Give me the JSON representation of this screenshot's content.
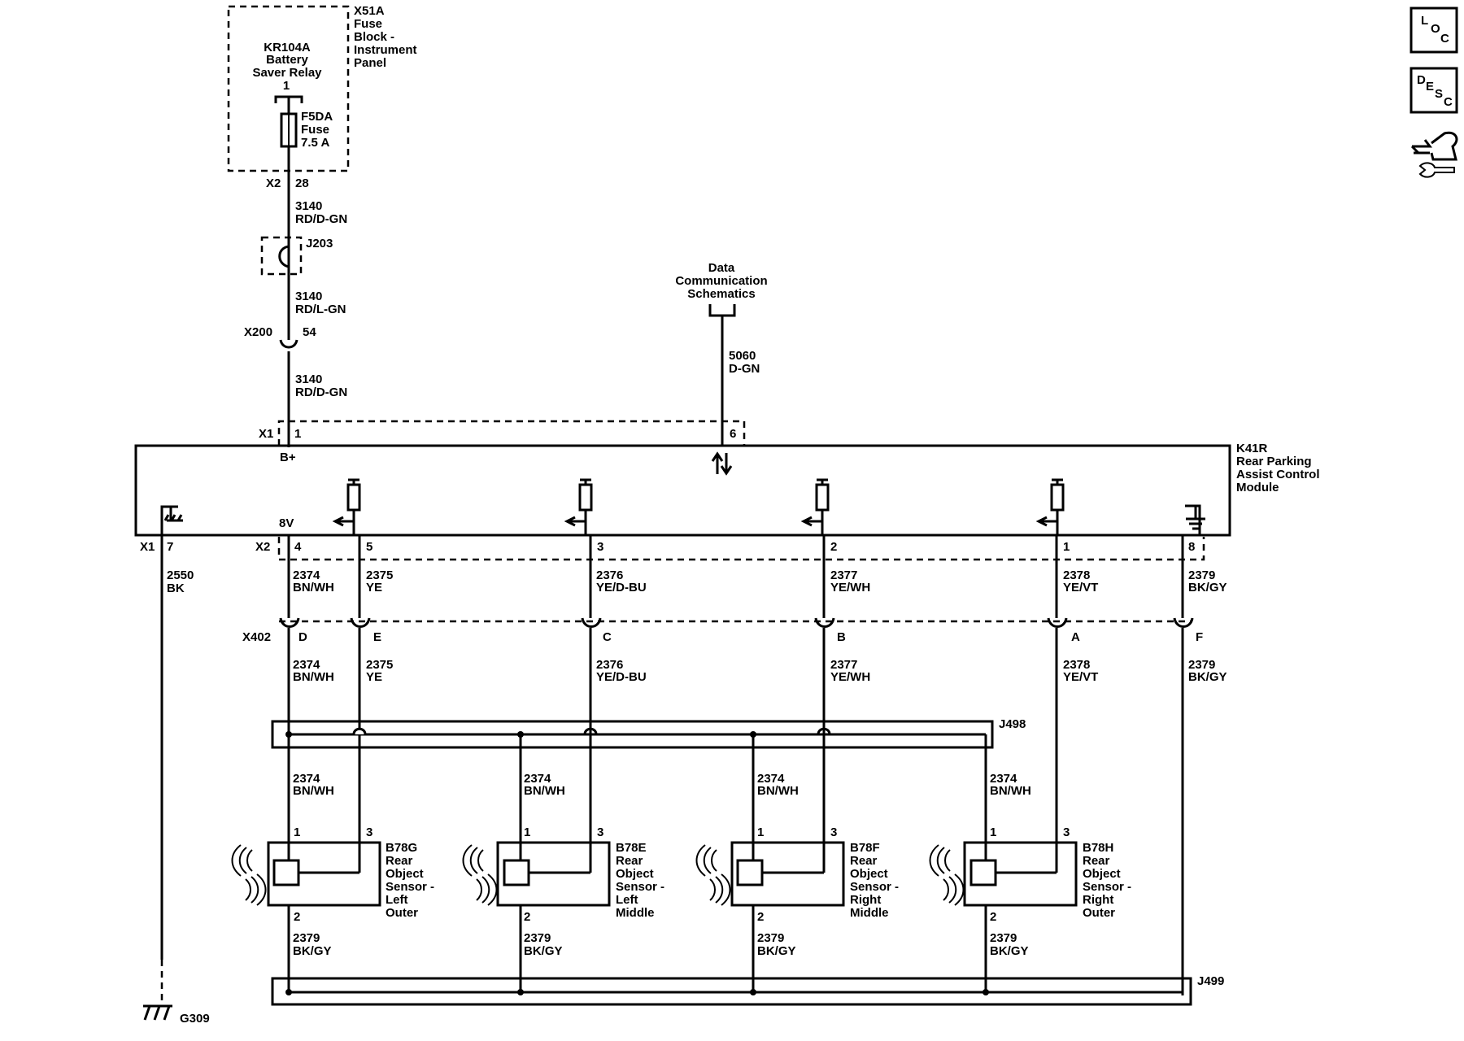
{
  "fuse_block": {
    "title": [
      "X51A",
      "Fuse",
      "Block -",
      "Instrument",
      "Panel"
    ],
    "relay": [
      "KR104A",
      "Battery",
      "Saver Relay"
    ],
    "relay_pin": "1",
    "fuse": [
      "F5DA",
      "Fuse",
      "7.5 A"
    ],
    "conn": "X2",
    "pin": "28"
  },
  "feed": {
    "w1": [
      "3140",
      "RD/D-GN"
    ],
    "splice": "J203",
    "w2": [
      "3140",
      "RD/L-GN"
    ],
    "inline_conn": "X200",
    "inline_pin": "54",
    "w3": [
      "3140",
      "RD/D-GN"
    ]
  },
  "data_comm": {
    "label": [
      "Data",
      "Communication",
      "Schematics"
    ],
    "wire": [
      "5060",
      "D-GN"
    ]
  },
  "module": {
    "name": [
      "K41R",
      "Rear Parking",
      "Assist Control",
      "Module"
    ],
    "top_conn": "X1",
    "pin_bplus": "1",
    "bplus_label": "B+",
    "pin_data": "6",
    "gnd_conn": "X1",
    "gnd_pin": "7",
    "x2_conn": "X2",
    "volt_label": "8V",
    "pins_bottom": [
      "4",
      "5",
      "3",
      "2",
      "1",
      "8"
    ]
  },
  "ground": {
    "wire": [
      "2550",
      "BK"
    ],
    "gnd": "G309"
  },
  "harness_upper": [
    [
      "2374",
      "BN/WH"
    ],
    [
      "2375",
      "YE"
    ],
    [
      "2376",
      "YE/D-BU"
    ],
    [
      "2377",
      "YE/WH"
    ],
    [
      "2378",
      "YE/VT"
    ],
    [
      "2379",
      "BK/GY"
    ]
  ],
  "x402": {
    "conn": "X402",
    "pins": [
      "D",
      "E",
      "C",
      "B",
      "A",
      "F"
    ]
  },
  "harness_lower": [
    [
      "2374",
      "BN/WH"
    ],
    [
      "2375",
      "YE"
    ],
    [
      "2376",
      "YE/D-BU"
    ],
    [
      "2377",
      "YE/WH"
    ],
    [
      "2378",
      "YE/VT"
    ],
    [
      "2379",
      "BK/GY"
    ]
  ],
  "splices": {
    "j498": "J498",
    "j499": "J499"
  },
  "sensors": [
    {
      "name": [
        "B78G",
        "Rear",
        "Object",
        "Sensor -",
        "Left",
        "Outer"
      ],
      "pin1": "1",
      "pin3": "3",
      "pin2": "2",
      "w_in": [
        "2374",
        "BN/WH"
      ],
      "w_out": [
        "2379",
        "BK/GY"
      ]
    },
    {
      "name": [
        "B78E",
        "Rear",
        "Object",
        "Sensor -",
        "Left",
        "Middle"
      ],
      "pin1": "1",
      "pin3": "3",
      "pin2": "2",
      "w_in": [
        "2374",
        "BN/WH"
      ],
      "w_out": [
        "2379",
        "BK/GY"
      ]
    },
    {
      "name": [
        "B78F",
        "Rear",
        "Object",
        "Sensor -",
        "Right",
        "Middle"
      ],
      "pin1": "1",
      "pin3": "3",
      "pin2": "2",
      "w_in": [
        "2374",
        "BN/WH"
      ],
      "w_out": [
        "2379",
        "BK/GY"
      ]
    },
    {
      "name": [
        "B78H",
        "Rear",
        "Object",
        "Sensor -",
        "Right",
        "Outer"
      ],
      "pin1": "1",
      "pin3": "3",
      "pin2": "2",
      "w_in": [
        "2374",
        "BN/WH"
      ],
      "w_out": [
        "2379",
        "BK/GY"
      ]
    }
  ],
  "nav_icons": {
    "loc": [
      "L",
      "O",
      "C"
    ],
    "desc": [
      "D",
      "E",
      "S",
      "C"
    ],
    "connector_icon": "connector-wrench-icon"
  }
}
